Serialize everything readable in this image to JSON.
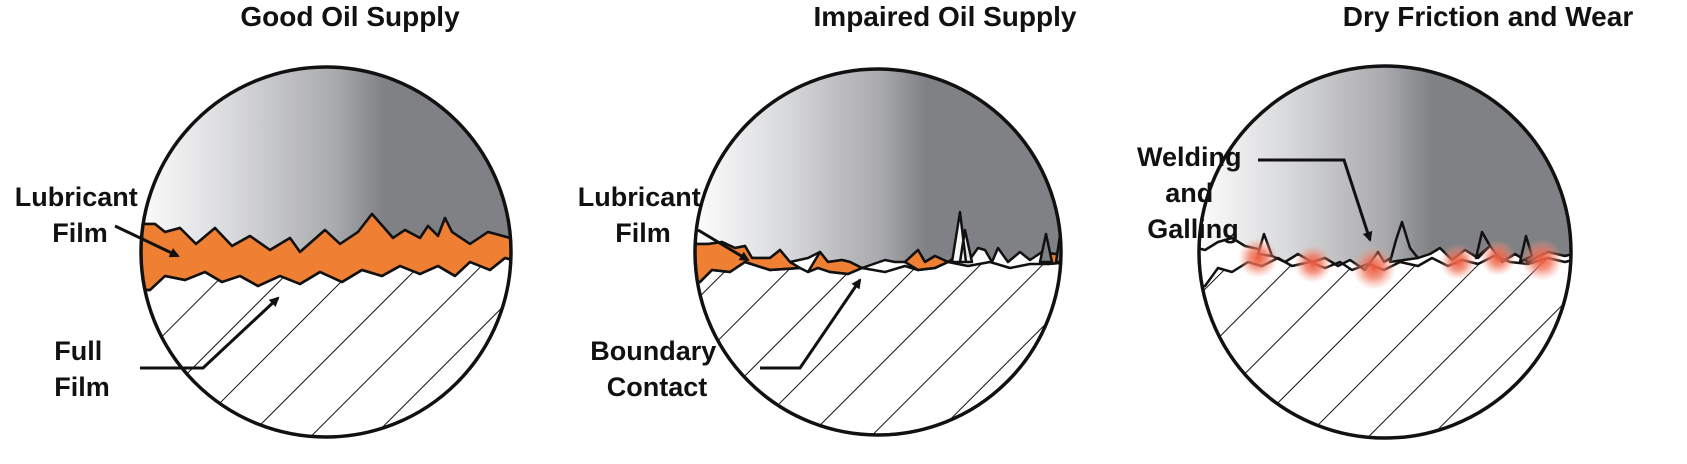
{
  "panels": [
    {
      "title": "Good Oil Supply",
      "callouts": [
        {
          "lines": [
            "Lubricant",
            "Film"
          ]
        },
        {
          "lines": [
            "Full",
            "Film"
          ]
        }
      ]
    },
    {
      "title": "Impaired Oil Supply",
      "callouts": [
        {
          "lines": [
            "Lubricant",
            "Film"
          ]
        },
        {
          "lines": [
            "Boundary",
            "Contact"
          ]
        }
      ]
    },
    {
      "title": "Dry Friction and Wear",
      "callouts": [
        {
          "lines": [
            "Welding",
            "and",
            "Galling"
          ]
        }
      ]
    }
  ],
  "colors": {
    "lubricant": "#ef7f32",
    "upper_surface_dark": "#808184",
    "upper_surface_light": "#ffffff",
    "hot_spot": "#ef5a3c",
    "outline": "#111111"
  }
}
